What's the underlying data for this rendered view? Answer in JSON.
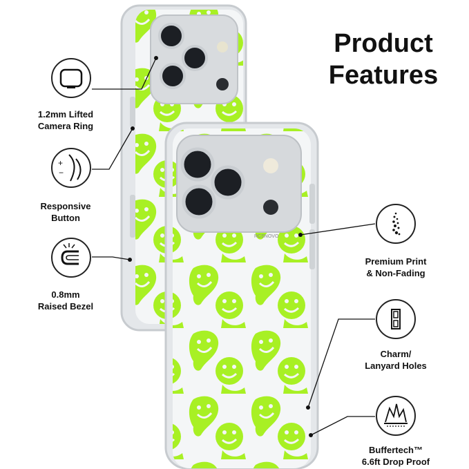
{
  "title": {
    "line1": "Product",
    "line2": "Features"
  },
  "features_left": [
    {
      "icon": "camera-ring-icon",
      "line1": "1.2mm Lifted",
      "line2": "Camera Ring"
    },
    {
      "icon": "button-icon",
      "line1": "Responsive",
      "line2": "Button"
    },
    {
      "icon": "bezel-icon",
      "line1": "0.8mm",
      "line2": "Raised Bezel"
    }
  ],
  "features_right": [
    {
      "icon": "print-icon",
      "line1": "Premium Print",
      "line2": "& Non-Fading"
    },
    {
      "icon": "lanyard-hole-icon",
      "line1": "Charm/",
      "line2": "Lanyard Holes"
    },
    {
      "icon": "drop-proof-icon",
      "line1": "Buffertech™",
      "line2": "6.6ft Drop Proof"
    }
  ],
  "brand_mark": "RCSNOVO",
  "colors": {
    "neon": "#a8f024",
    "frame": "#d9dcdf",
    "text": "#111111"
  }
}
